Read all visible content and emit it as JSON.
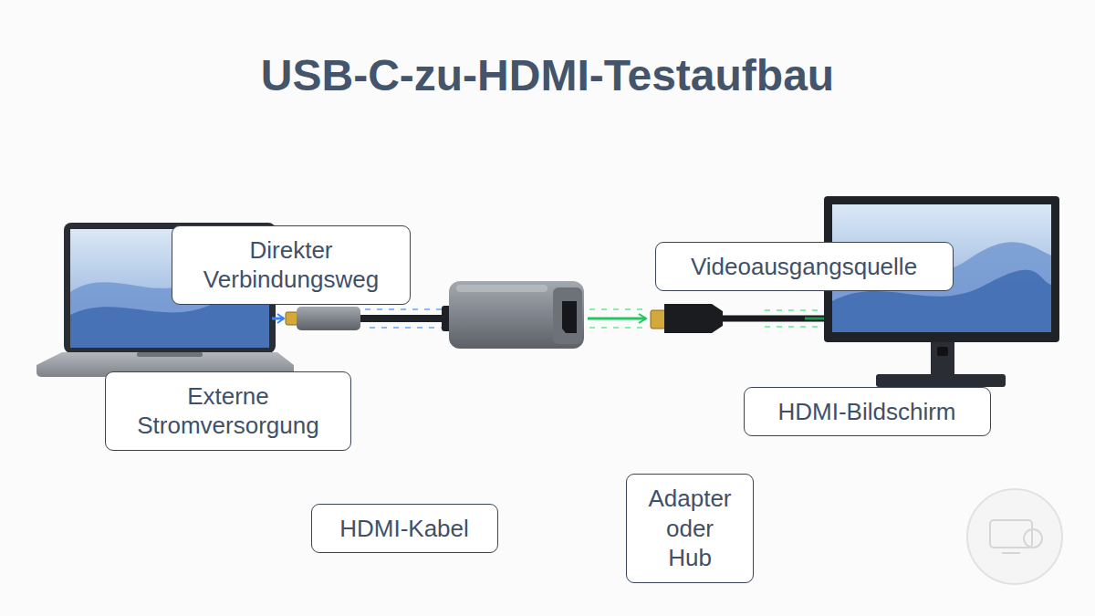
{
  "diagram": {
    "title": "USB-C-zu-HDMI-Testaufbau",
    "nodes": [
      {
        "text": [
          "Direkter Verbindungsweg"
        ]
      },
      {
        "text": [
          "Videoausgangsquelle"
        ]
      },
      {
        "text": [
          "Externe Stromversorgung"
        ]
      },
      {
        "text": [
          "HDMI-Bildschirm"
        ]
      },
      {
        "text": [
          "Adapter oder Hub"
        ]
      },
      {
        "text": [
          "HDMI-Kabel"
        ]
      }
    ]
  }
}
